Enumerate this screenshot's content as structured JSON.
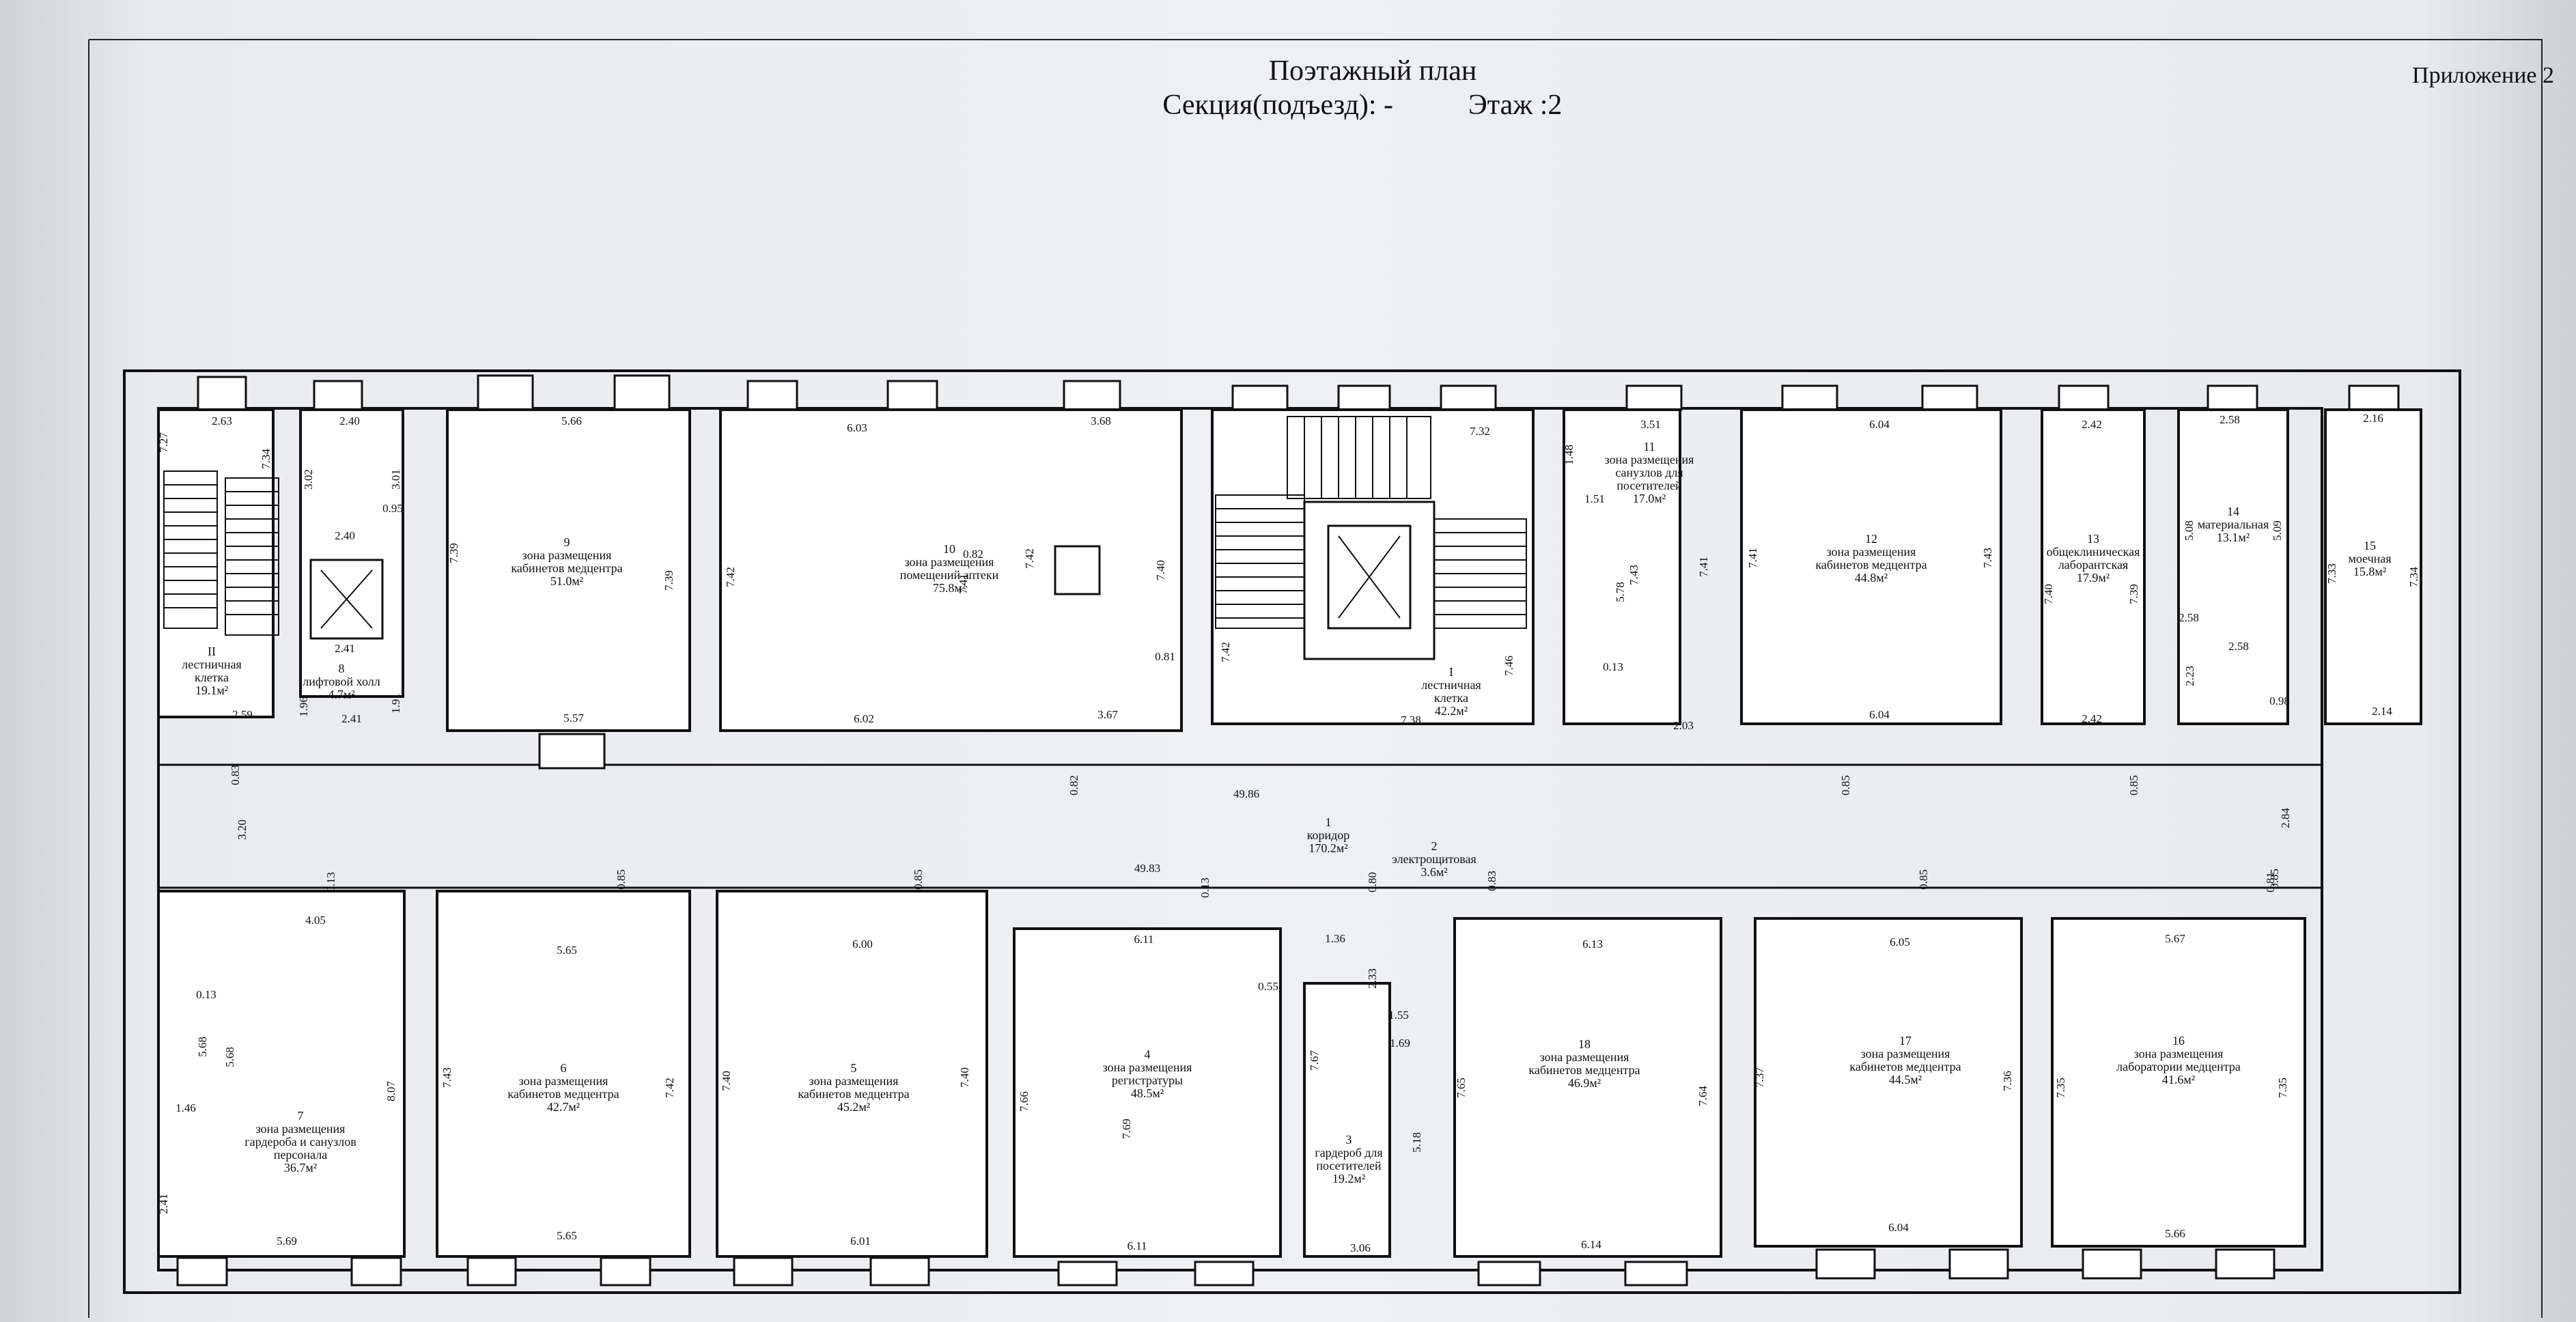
{
  "header": {
    "title": "Поэтажный план",
    "section": "Секция(подъезд): -",
    "floor": "Этаж :2",
    "appendix": "Приложение 2"
  },
  "rooms": [
    {
      "num": "1",
      "lines": [
        "коридор",
        "170.2м²"
      ]
    },
    {
      "num": "2",
      "lines": [
        "электрощитовая",
        "3.6м²"
      ]
    },
    {
      "num": "3",
      "lines": [
        "гардероб для",
        "посетителей",
        "19.2м²"
      ]
    },
    {
      "num": "4",
      "lines": [
        "зона размещения",
        "регистратуры",
        "48.5м²"
      ]
    },
    {
      "num": "5",
      "lines": [
        "зона размещения",
        "кабинетов медцентра",
        "45.2м²"
      ]
    },
    {
      "num": "6",
      "lines": [
        "зона размещения",
        "кабинетов медцентра",
        "42.7м²"
      ]
    },
    {
      "num": "7",
      "lines": [
        "зона размещения",
        "гардероба и санузлов",
        "персонала",
        "36.7м²"
      ]
    },
    {
      "num": "8",
      "lines": [
        "лифтовой холл",
        "4.7м²"
      ]
    },
    {
      "num": "9",
      "lines": [
        "зона размещения",
        "кабинетов медцентра",
        "51.0м²"
      ]
    },
    {
      "num": "10",
      "lines": [
        "зона размещения",
        "помещений аптеки",
        "75.8м²"
      ]
    },
    {
      "num": "I",
      "lines": [
        "лестничная",
        "клетка",
        "42.2м²"
      ]
    },
    {
      "num": "II",
      "lines": [
        "лестничная",
        "клетка",
        "19.1м²"
      ]
    },
    {
      "num": "11",
      "lines": [
        "зона размещения",
        "санузлов для",
        "посетителей",
        "17.0м²"
      ]
    },
    {
      "num": "12",
      "lines": [
        "зона размещения",
        "кабинетов медцентра",
        "44.8м²"
      ]
    },
    {
      "num": "13",
      "lines": [
        "общеклиническая",
        "лаборантская",
        "17.9м²"
      ]
    },
    {
      "num": "14",
      "lines": [
        "материальная",
        "13.1м²"
      ]
    },
    {
      "num": "15",
      "lines": [
        "моечная",
        "15.8м²"
      ]
    },
    {
      "num": "16",
      "lines": [
        "зона размещения",
        "лаборатории медцентра",
        "41.6м²"
      ]
    },
    {
      "num": "17",
      "lines": [
        "зона размещения",
        "кабинетов медцентра",
        "44.5м²"
      ]
    },
    {
      "num": "18",
      "lines": [
        "зона размещения",
        "кабинетов медцентра",
        "46.9м²"
      ]
    }
  ],
  "dims": [
    "2.63",
    "7.27",
    "7.34",
    "2.40",
    "3.02",
    "3.01",
    "0.95",
    "2.40",
    "2.41",
    "1.96",
    "1.91",
    "2.41",
    "2.59",
    "5.66",
    "7.39",
    "7.39",
    "5.57",
    "6.03",
    "3.68",
    "7.42",
    "7.41",
    "7.42",
    "0.82",
    "6.02",
    "3.67",
    "7.40",
    "0.81",
    "7.32",
    "7.42",
    "7.46",
    "7.38",
    "3.51",
    "1.48",
    "1.51",
    "5.78",
    "7.43",
    "7.41",
    "0.13",
    "2.03",
    "6.04",
    "7.41",
    "7.43",
    "6.04",
    "2.42",
    "7.40",
    "7.39",
    "2.42",
    "2.58",
    "5.08",
    "5.09",
    "2.58",
    "2.58",
    "2.23",
    "2.16",
    "7.33",
    "7.34",
    "0.98",
    "2.14",
    "0.83",
    "3.20",
    "0.82",
    "49.86",
    "49.83",
    "0.85",
    "0.85",
    "0.85",
    "0.85",
    "0.85",
    "0.85",
    "2.84",
    "0.81",
    "0.13",
    "0.13",
    "0.80",
    "0.83",
    "4.05",
    "0.13",
    "5.68",
    "5.68",
    "1.46",
    "8.07",
    "2.41",
    "5.69",
    "5.65",
    "7.43",
    "7.42",
    "5.65",
    "6.00",
    "7.40",
    "7.40",
    "6.01",
    "6.11",
    "7.66",
    "7.69",
    "6.11",
    "1.36",
    "0.55",
    "7.67",
    "2.33",
    "1.55",
    "1.69",
    "5.18",
    "3.06",
    "6.13",
    "7.65",
    "7.64",
    "6.14",
    "6.05",
    "7.37",
    "7.36",
    "6.04",
    "5.67",
    "7.35",
    "7.35",
    "5.66"
  ]
}
